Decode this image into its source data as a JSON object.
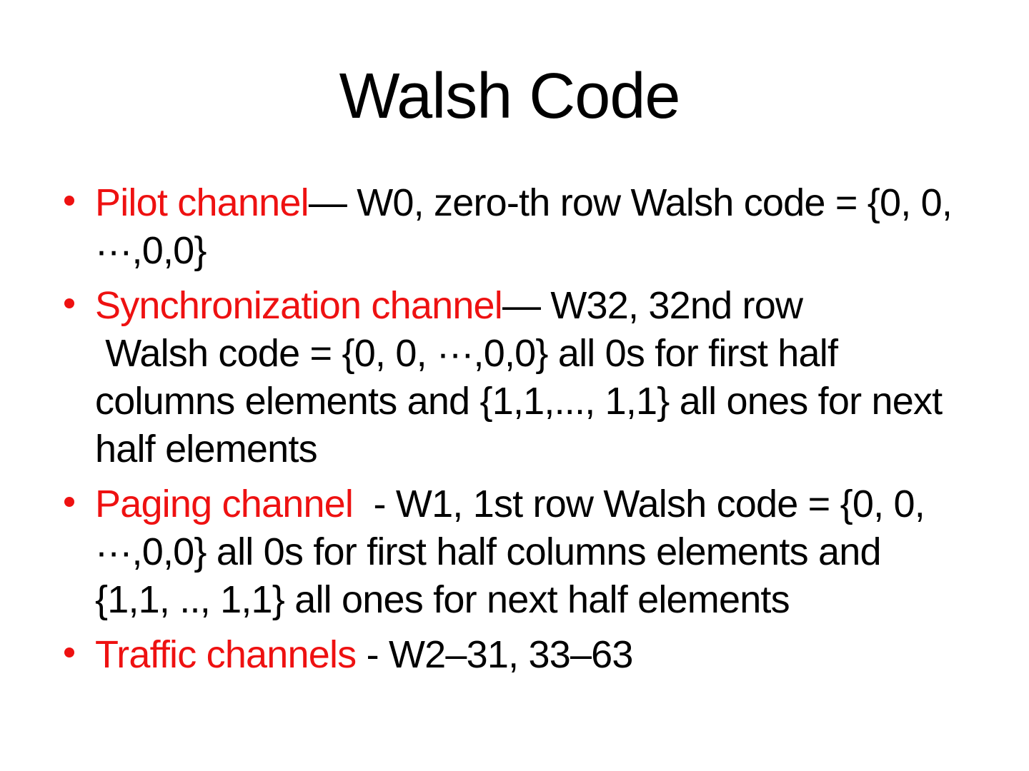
{
  "slide": {
    "title": "Walsh Code",
    "colors": {
      "accent_red": "#ee1111",
      "text_black": "#000000",
      "background": "#ffffff"
    },
    "bullets": [
      {
        "label": "Pilot channel",
        "detail": "— W0, zero-th row Walsh code = {0, 0, ···,0,0}"
      },
      {
        "label": "Synchronization channel",
        "detail": "— W32, 32nd row",
        "continuation": " Walsh code = {0, 0, ···,0,0} all 0s for first half columns elements and {1,1,..., 1,1} all ones for next half elements"
      },
      {
        "label": "Paging channel",
        "detail": "  - W1, 1st row Walsh code = {0, 0, ···,0,0} all 0s for first half columns elements and {1,1, .., 1,1} all ones for next half elements"
      },
      {
        "label": "Traffic channels",
        "detail": " - W2–31, 33–63"
      }
    ]
  }
}
